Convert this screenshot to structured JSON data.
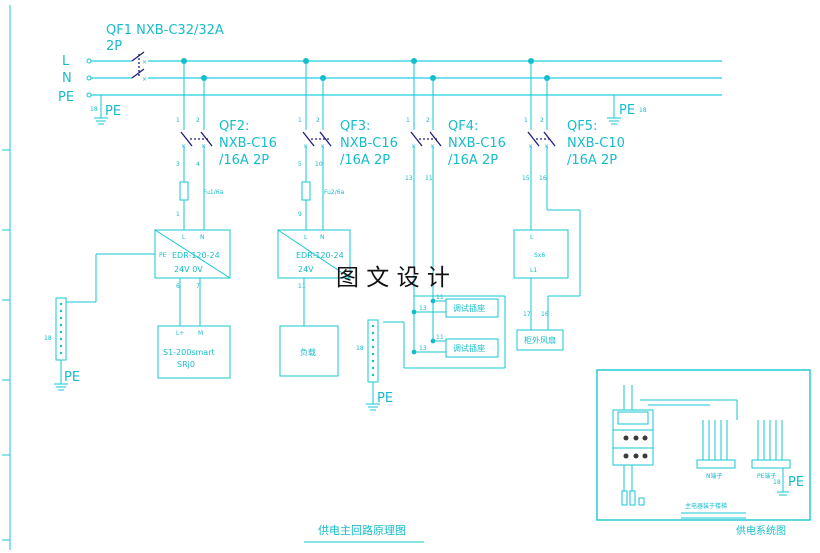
{
  "bus": {
    "l": "L",
    "n": "N",
    "pe": "PE"
  },
  "qf1": {
    "line1": "QF1 NXB-C32/32A",
    "line2": "2P"
  },
  "pe_labels": {
    "left": "PE",
    "right": "PE",
    "left_num": "18",
    "right_num": "18"
  },
  "breakers": [
    {
      "name": "QF2:",
      "model": "NXB-C16",
      "rating": "/16A 2P",
      "t1": "1",
      "t2": "2",
      "t3": "3",
      "t4": "4"
    },
    {
      "name": "QF3:",
      "model": "NXB-C16",
      "rating": "/16A 2P",
      "t1": "1",
      "t2": "2",
      "t3": "5",
      "t4": "10"
    },
    {
      "name": "QF4:",
      "model": "NXB-C16",
      "rating": "/16A 2P",
      "t1": "1",
      "t2": "2",
      "t3": "13",
      "t4": "11"
    },
    {
      "name": "QF5:",
      "model": "NXB-C10",
      "rating": "/16A 2P",
      "t1": "1",
      "t2": "2",
      "t3": "15",
      "t4": "16"
    }
  ],
  "fuses": [
    {
      "label": "Fu1/6a",
      "num": "1"
    },
    {
      "label": "Fu2/6a",
      "num": "9"
    }
  ],
  "ps1": {
    "l": "L",
    "n": "N",
    "pe": "PE",
    "title": "EDR-120-24",
    "out": "24V  0V",
    "o1": "6",
    "o2": "7"
  },
  "ps2": {
    "l": "L",
    "n": "N",
    "title": "EDR-120-24",
    "out": "24V",
    "o1": "11"
  },
  "sx": {
    "top": "L",
    "name": "Sx6",
    "bottom": "L1",
    "o1": "17",
    "o2": "16"
  },
  "boxes": {
    "smart": {
      "top_l": "L+",
      "top_r": "M",
      "line1": "S1-200smart",
      "line2": "SRj0"
    },
    "load": "负载",
    "fan": "柜外风扇",
    "test1": "调试插座",
    "test2": "调试插座"
  },
  "test_terms": {
    "a": "13",
    "b": "11",
    "c": "13",
    "d": "11"
  },
  "terminals": {
    "left": "18",
    "mid": "18",
    "mid_pe": "PE",
    "left_pe": "PE"
  },
  "watermark": "图 文 设 计",
  "captions": {
    "main": "供电主回路原理图",
    "sys": "供电系统图",
    "main_box": "主电器装于楼梯",
    "term1": "N端子",
    "term2": "PE端子",
    "sys_pe": "PE",
    "sys_num": "18"
  }
}
